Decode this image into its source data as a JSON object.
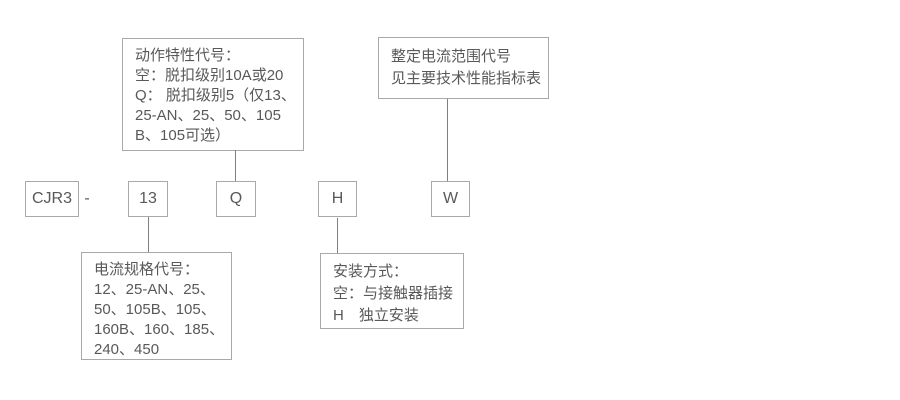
{
  "model": {
    "prefix": "CJR3",
    "separator": "-",
    "segments": [
      "13",
      "Q",
      "H",
      "W"
    ]
  },
  "callouts": {
    "action_characteristic": {
      "lines": [
        "动作特性代号：",
        "空：脱扣级别10A或20",
        "Q： 脱扣级别5（仅13、",
        "25-AN、25、50、105",
        "B、105可选）"
      ]
    },
    "setting_current_range": {
      "lines": [
        "整定电流范围代号",
        "见主要技术性能指标表"
      ]
    },
    "current_spec": {
      "lines": [
        "电流规格代号：",
        "12、25-AN、25、",
        "50、105B、105、",
        "160B、160、185、",
        "240、450"
      ]
    },
    "mounting_mode": {
      "lines": [
        "安装方式：",
        "空：与接触器插接",
        "H　独立安装"
      ]
    }
  },
  "colors": {
    "box_border": "#a9a9a9",
    "text": "#595959",
    "connector": "#7f7f7f",
    "background": "#ffffff"
  }
}
